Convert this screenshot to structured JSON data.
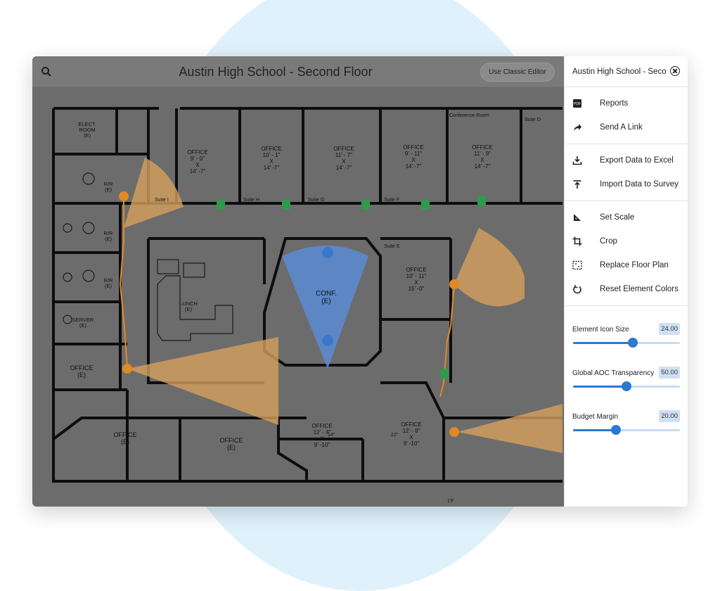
{
  "header": {
    "title": "Austin High School - Second Floor",
    "classic_editor_label": "Use Classic Editor"
  },
  "panel": {
    "title": "Austin High School - Seco",
    "menu_groups": [
      [
        {
          "label": "Reports",
          "icon": "pdf-icon"
        },
        {
          "label": "Send A Link",
          "icon": "share-arrow-icon"
        }
      ],
      [
        {
          "label": "Export Data to Excel",
          "icon": "download-icon"
        },
        {
          "label": "Import Data to Survey",
          "icon": "upload-icon"
        }
      ],
      [
        {
          "label": "Set Scale",
          "icon": "ruler-icon"
        },
        {
          "label": "Crop",
          "icon": "crop-icon"
        },
        {
          "label": "Replace Floor Plan",
          "icon": "replace-image-icon"
        },
        {
          "label": "Reset Element Colors",
          "icon": "reset-icon"
        }
      ]
    ],
    "sliders": [
      {
        "label": "Element Icon Size",
        "value": "24.00",
        "fraction": 0.56
      },
      {
        "label": "Global AOC Transparency",
        "value": "50.00",
        "fraction": 0.5
      },
      {
        "label": "Budget Margin",
        "value": "20.00",
        "fraction": 0.4
      }
    ]
  },
  "floorplan": {
    "rooms": [
      {
        "name": "ELECT.",
        "sub": "ROOM",
        "code": "(E)"
      },
      {
        "name": "R/R",
        "code": "(E)"
      },
      {
        "name": "R/R",
        "code": "(E)"
      },
      {
        "name": "R/R",
        "code": "(E)"
      },
      {
        "name": "SERVER",
        "code": "(E)"
      },
      {
        "name": "OFFICE",
        "code": "(E)"
      },
      {
        "name": "OFFICE",
        "code": "(E)"
      },
      {
        "name": "OFFICE",
        "code": "(E)"
      },
      {
        "name": "LUNCH",
        "code": "(E)"
      },
      {
        "name": "CONF.",
        "code": "(E)"
      }
    ],
    "offices": [
      {
        "title": "OFFICE",
        "w": "9' - 0\"",
        "x": "X",
        "h": "14' -7\""
      },
      {
        "title": "OFFICE",
        "w": "10' - 1\"",
        "x": "X",
        "h": "14' -7\""
      },
      {
        "title": "OFFICE",
        "w": "11' - 7\"",
        "x": "X",
        "h": "14' -7\""
      },
      {
        "title": "OFFICE",
        "w": "9' - 11\"",
        "x": "X",
        "h": "14' -7\""
      },
      {
        "title": "OFFICE",
        "w": "11' - 9\"",
        "x": "X",
        "h": "14' -7\""
      },
      {
        "title": "OFFICE",
        "w": "10' - 11\"",
        "x": "X",
        "h": "15' -0\""
      },
      {
        "title": "OFFICE",
        "w": "12' - 4\"",
        "x": "X",
        "h": "9' -10\""
      },
      {
        "title": "OFFICE",
        "w": "12' - 8\"",
        "x": "X",
        "h": "9' -10\""
      }
    ],
    "suites": [
      "Suite I",
      "Suite H",
      "Suite G",
      "Suite F",
      "Suite E",
      "Suite D"
    ],
    "conference_label": "Conference Room",
    "dims": [
      "14\"",
      "22\"",
      "1'F"
    ]
  },
  "colors": {
    "camera_cone": "#d6a05e",
    "camera_cone_blue": "#5b8bd3",
    "ap_green": "#2e9a4c",
    "cable_orange": "#e08a24",
    "accent": "#2a7ad0"
  }
}
